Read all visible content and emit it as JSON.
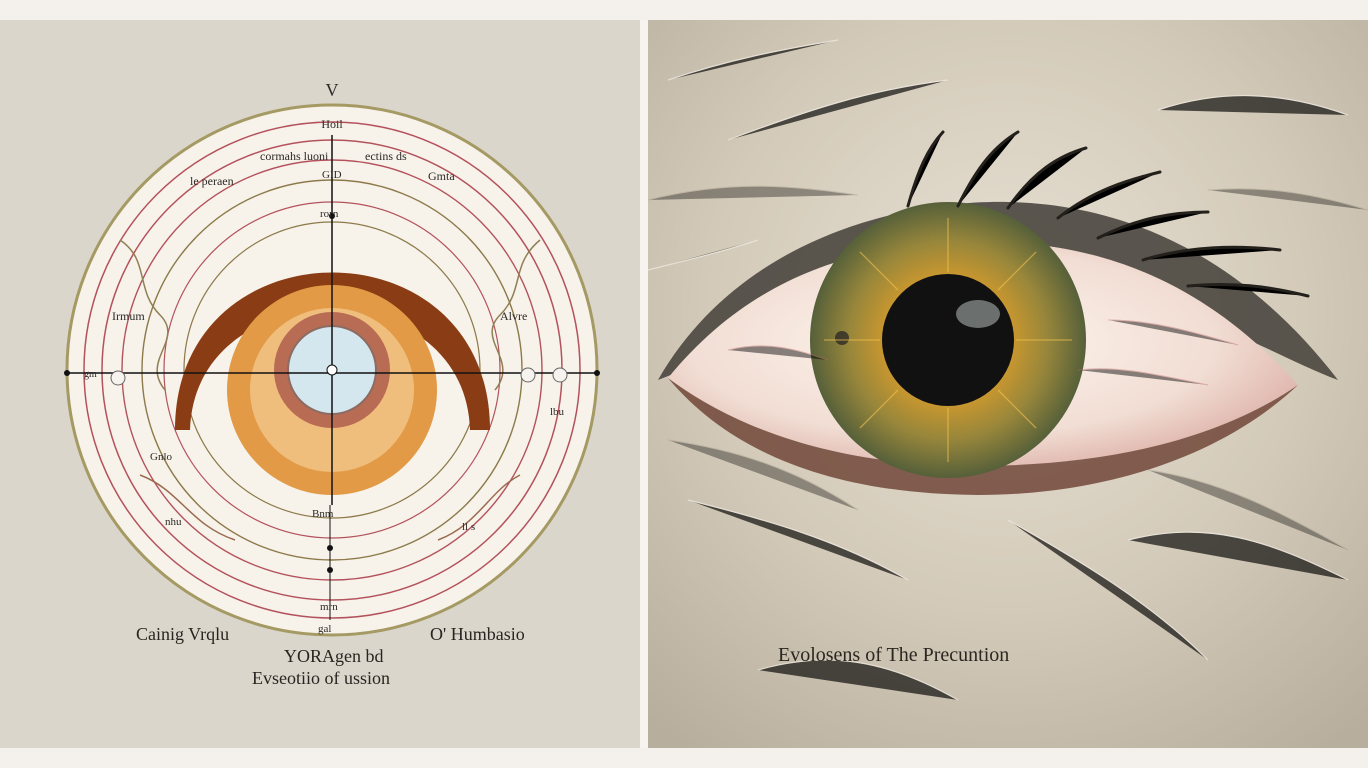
{
  "left_diagram": {
    "labels": {
      "top_v": "V",
      "top_box": "Hoil",
      "ring_label_a": "cormahs luoni",
      "ring_label_b": "ectins ds",
      "ring_label_c": "Gmta",
      "ring_label_d": "le peraen",
      "ring_label_e": "GID",
      "ring_label_f": "rorn",
      "ring_label_g": "Irmum",
      "ring_label_h": "Alvre",
      "ring_label_i": "gm",
      "ring_label_j": "Bnm",
      "ring_label_k": "mrn",
      "ring_label_l": "gal",
      "ring_label_m": "lbu",
      "ring_label_n": "Gnlo",
      "ring_label_o": "ll s",
      "ring_label_p": "nhu"
    },
    "captions": {
      "left_1": "Cainig Vrqlu",
      "left_2": "O' Humbasio",
      "left_3": "YORAgen bd",
      "left_4": "Evseotiio of ussion"
    },
    "colors": {
      "ring_pink": "#b4525c",
      "ring_olive": "#8d7a4a",
      "iris_orange": "#d9893a",
      "eyelid_brown": "#8a3d14",
      "pupil_blue": "#d4e6ee"
    }
  },
  "right_photo": {
    "caption": "Evolosens of The Precuntion",
    "colors": {
      "fur": "#d8d0c2",
      "iris_outer": "#6f7a3d",
      "iris_inner": "#d29a2c",
      "pupil": "#111111",
      "sclera": "#f1ddd3"
    }
  }
}
